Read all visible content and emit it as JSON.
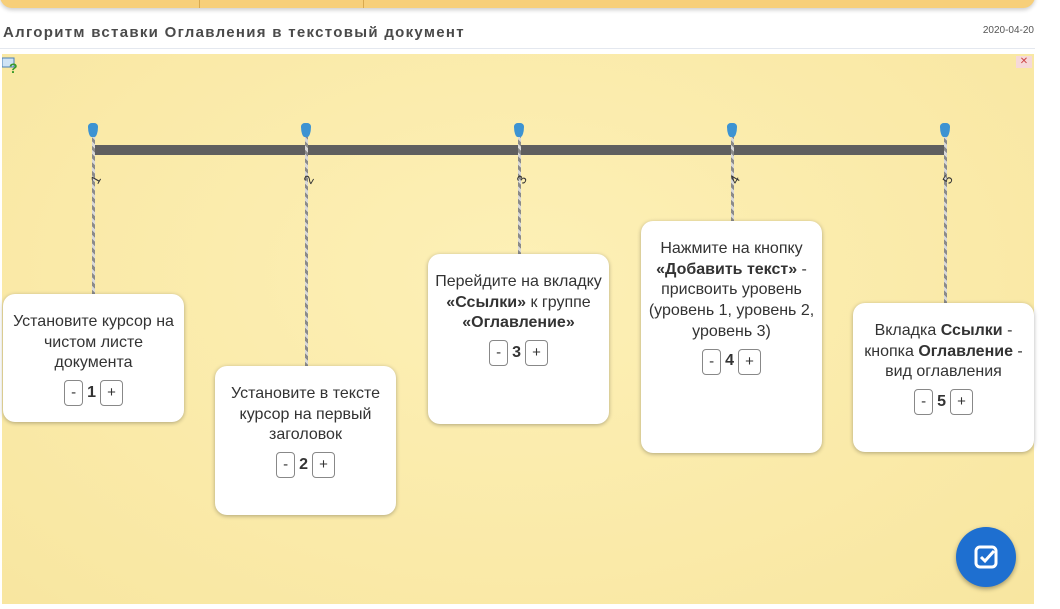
{
  "title": "Алгоритм вставки Оглавления в текстовый документ",
  "date": "2020-04-20",
  "steps": [
    {
      "num": "1",
      "text": "Установите курсор на чистом листе документа",
      "value": "1"
    },
    {
      "num": "2",
      "text": "Установите в тексте курсор на первый заголовок",
      "value": "2"
    },
    {
      "num": "3",
      "parts": [
        "Перейдите на вкладку ",
        "«Ссылки»",
        " к группе ",
        "«Оглавление»"
      ],
      "value": "3"
    },
    {
      "num": "4",
      "parts": [
        "Нажмите на кнопку ",
        "«Добавить текст»",
        " - присвоить уровень (уровень 1, уровень 2, уровень 3)"
      ],
      "value": "4"
    },
    {
      "num": "5",
      "parts": [
        "Вкладка ",
        "Ссылки",
        " - кнопка ",
        "Оглавление",
        " - вид оглавления"
      ],
      "value": "5"
    }
  ],
  "minus": "-",
  "plus": "+",
  "colors": {
    "pin": "#3d93d2",
    "check": "#1e6fd0",
    "board": "#fbeaa8"
  }
}
